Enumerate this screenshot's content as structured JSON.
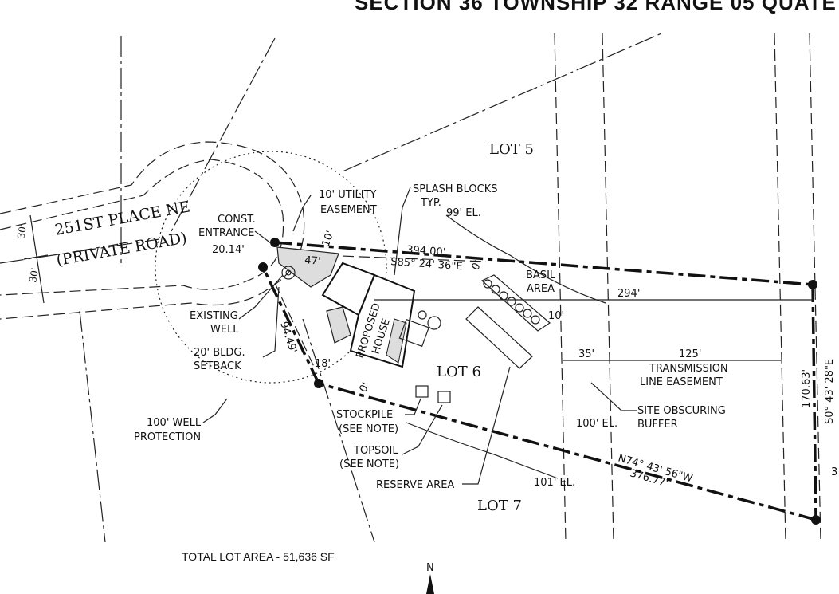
{
  "header": {
    "title": "SECTION 36 TOWNSHIP 32 RANGE 05 QUATE"
  },
  "lots": {
    "lot5": "LOT 5",
    "lot6": "LOT 6",
    "lot7": "LOT 7"
  },
  "road": {
    "name": "251ST PLACE NE",
    "type": "(PRIVATE ROAD)",
    "dim_top": "30'",
    "dim_bottom": "30'"
  },
  "labels": {
    "utility_line1": "10' UTILITY",
    "utility_line2": "EASEMENT",
    "splash_line1": "SPLASH BLOCKS",
    "splash_line2": "TYP.",
    "const_line1": "CONST.",
    "const_line2": "ENTRANCE",
    "existing_line1": "EXISTING",
    "existing_line2": "WELL",
    "setback_line1": "20' BLDG.",
    "setback_line2": "SETBACK",
    "wellprot_line1": "100' WELL",
    "wellprot_line2": "PROTECTION",
    "stockpile_line1": "STOCKPILE",
    "stockpile_line2": "(SEE NOTE)",
    "topsoil_line1": "TOPSOIL",
    "topsoil_line2": "(SEE NOTE)",
    "reserve": "RESERVE AREA",
    "basil_line1": "BASIL",
    "basil_line2": "AREA",
    "transmission_line1": "TRANSMISSION",
    "transmission_line2": "LINE EASEMENT",
    "buffer_line1": "SITE OBSCURING",
    "buffer_line2": "BUFFER",
    "house_line1": "PROPOSED",
    "house_line2": "HOUSE",
    "el99": "99' EL.",
    "el100": "100' EL.",
    "el101": "101' EL."
  },
  "dimensions": {
    "d2014": "20.14'",
    "d47": "47'",
    "d10_top": "10'",
    "d394": "394.00'",
    "bearing_top": "S85° 24' 36\"E",
    "d294": "294'",
    "d10_basil": "10'",
    "d35": "35'",
    "d125": "125'",
    "d9449": "94.49'",
    "d18": "18'",
    "d0_house": "0'",
    "d0_basil": "0'",
    "bearing_bottom": "N74° 43' 56\"W",
    "d37677": "376.77'",
    "d17063": "170.63'",
    "bearing_right": "S0° 43' 28\"E",
    "d3": "3"
  },
  "footer": {
    "total_area": "TOTAL LOT  AREA - 51,636 SF",
    "north": "N"
  }
}
